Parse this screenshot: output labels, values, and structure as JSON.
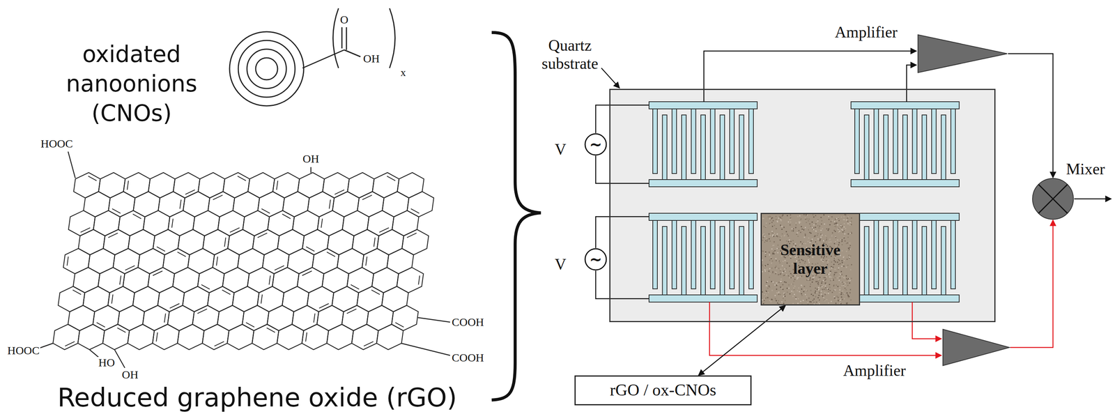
{
  "diagram": {
    "nodes": [
      {
        "text": [
          "V",
          "~"
        ]
      },
      {
        "text": [
          "Quartz substrate"
        ]
      },
      {
        "text": [
          "Sensitive layer"
        ],
        "in": 1
      },
      {
        "text": [
          "Amplifier"
        ]
      },
      {
        "text": [
          "Mixer"
        ]
      },
      {
        "text": [
          "V",
          "~"
        ]
      },
      {
        "text": [
          "Amplifier"
        ]
      },
      {
        "text": [
          "rGO / ox-CNOs"
        ]
      }
    ],
    "edges": [
      {
        "from": 3,
        "to": 4,
        "arrow": "to"
      },
      {
        "from": 6,
        "to": 4,
        "arrow": "to"
      },
      {
        "from": 7,
        "to": 2,
        "arrow": "both"
      }
    ],
    "labels": [
      "oxidated nanoonions (CNOs)",
      "O",
      "OH",
      "x",
      "OH",
      "HOOC",
      "COOH",
      "HOOC",
      "HO",
      "OH",
      "COOH",
      "Reduced graphene oxide (rGO)"
    ]
  }
}
